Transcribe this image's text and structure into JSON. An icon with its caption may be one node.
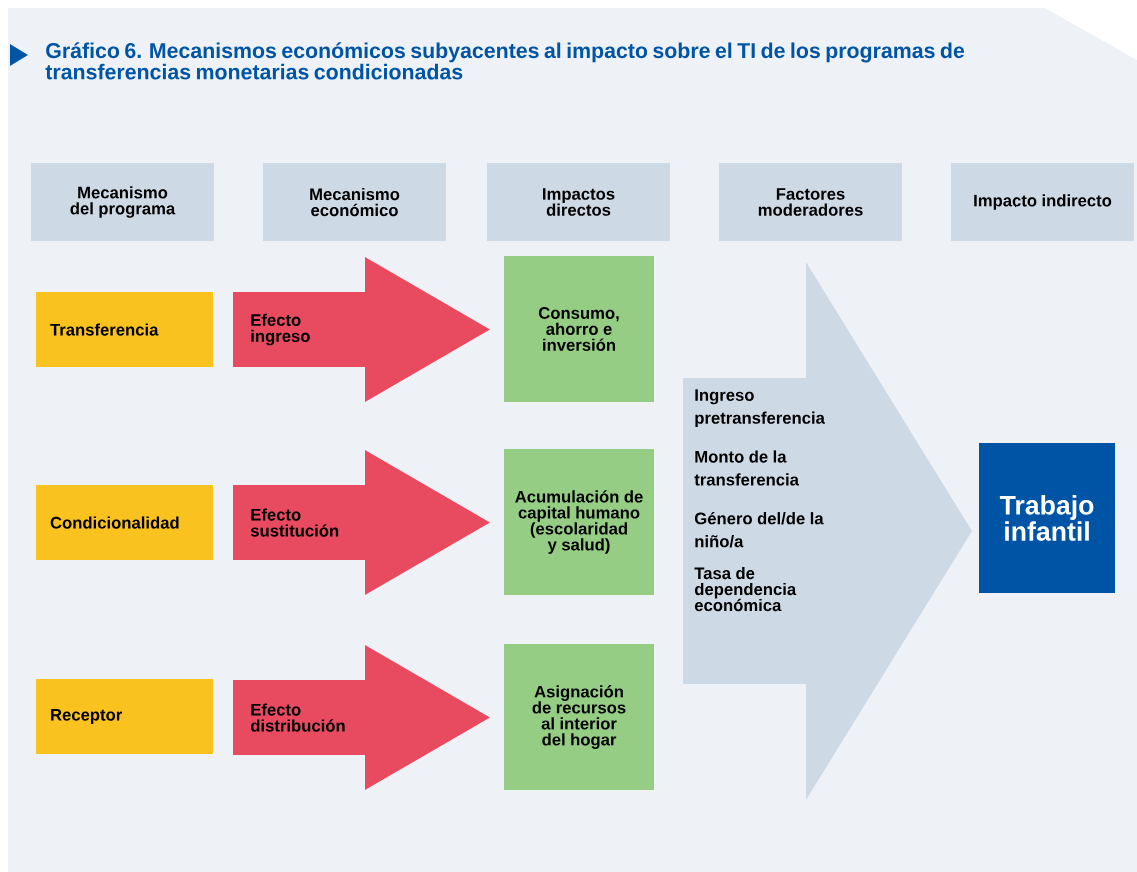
{
  "diagram": {
    "title": "Gráfico 6. Mecanismos económicos subyacentes al impacto sobre el TI de los programas de transferencias monetarias condicionadas",
    "nodes": [
      {
        "text": [
          "Mecanismo del programa"
        ]
      },
      {
        "text": [
          "Mecanismo económico"
        ]
      },
      {
        "text": [
          "Impactos directos"
        ]
      },
      {
        "text": [
          "Factores moderadores"
        ]
      },
      {
        "text": [
          "Impacto indirecto"
        ]
      },
      {
        "text": [
          "Transferencia"
        ]
      },
      {
        "text": [
          "Condicionalidad"
        ]
      },
      {
        "text": [
          "Receptor"
        ]
      },
      {
        "text": [
          "Efecto ingreso"
        ]
      },
      {
        "text": [
          "Efecto sustitución"
        ]
      },
      {
        "text": [
          "Efecto distribución"
        ]
      },
      {
        "text": [
          "Consumo, ahorro e inversión"
        ]
      },
      {
        "text": [
          "Acumulación de capital humano (escolaridad y salud)"
        ]
      },
      {
        "text": [
          "Asignación de recursos al interior del hogar"
        ]
      },
      {
        "text": [
          "Ingreso pretransferencia",
          "Monto de la transferencia",
          "Género del/de la niño/a",
          "Tasa de dependencia económica"
        ]
      },
      {
        "text": [
          "Trabajo infantil"
        ]
      }
    ]
  }
}
